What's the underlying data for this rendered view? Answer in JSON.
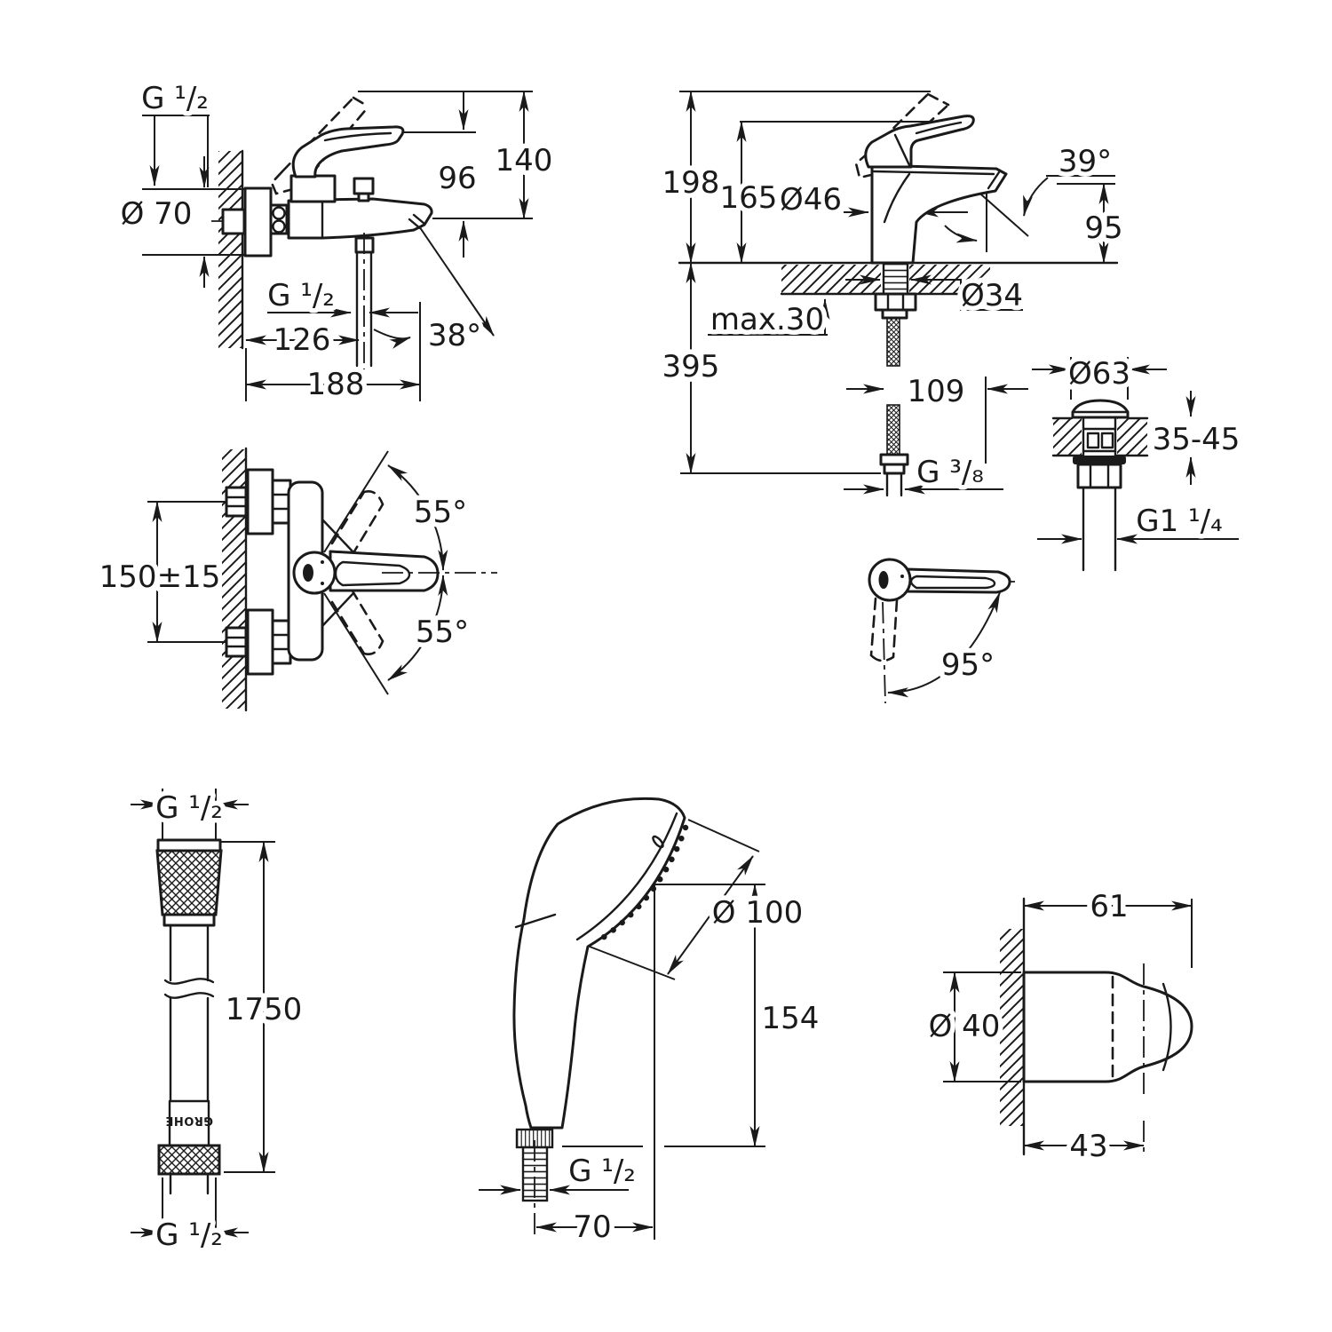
{
  "bath_mixer": {
    "thread_top": "G ¹/₂",
    "flange_diameter": "Ø 70",
    "height_96": "96",
    "height_140": "140",
    "outlet_thread": "G ¹/₂",
    "width_126": "126",
    "spout_angle": "38°",
    "width_188": "188"
  },
  "basin_mixer": {
    "height_198": "198",
    "height_165": "165",
    "body_diameter": "Ø46",
    "spray_angle": "39°",
    "spout_height": "95",
    "deck_thickness": "max.30",
    "shank_diameter": "Ø34",
    "below_deck": "395",
    "offset_109": "109",
    "supply_thread": "G ³/₈"
  },
  "drain_valve": {
    "cap_diameter": "Ø63",
    "deck_range": "35-45",
    "thread": "G1 ¹/₄"
  },
  "mixer_top_view": {
    "mount_spacing": "150±15",
    "swivel_upper": "55°",
    "swivel_lower": "55°"
  },
  "handle_detail": {
    "open_angle": "95°"
  },
  "hose": {
    "thread_top": "G ¹/₂",
    "length": "1750",
    "thread_bottom": "G ¹/₂",
    "brand": "GROHE"
  },
  "hand_shower": {
    "head_diameter": "Ø 100",
    "height": "154",
    "thread": "G ¹/₂",
    "head_offset": "70"
  },
  "wall_holder": {
    "depth_total": "61",
    "diameter": "Ø 40",
    "depth_cup": "43"
  }
}
